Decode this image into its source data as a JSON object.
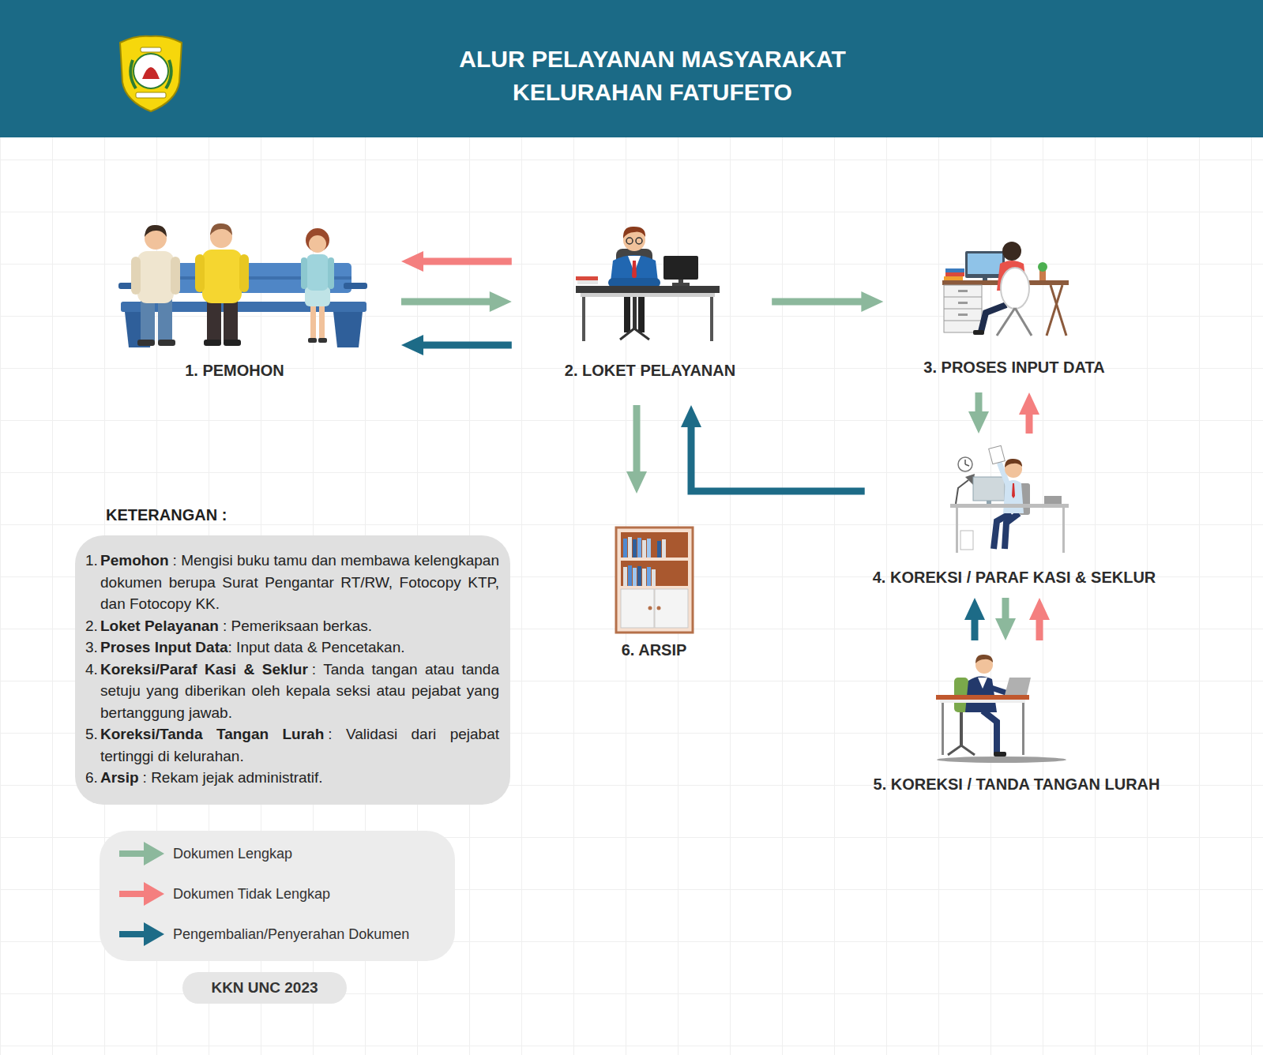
{
  "diagram": {
    "title": "ALUR PELAYANAN MASYARAKAT KELURAHAN FATUFETO",
    "nodes": [
      {
        "text": [
          "1. PEMOHON"
        ]
      },
      {
        "text": [
          "2. LOKET PELAYANAN"
        ]
      },
      {
        "text": [
          "3. PROSES INPUT DATA"
        ]
      },
      {
        "text": [
          "KETERANGAN :",
          "1.",
          "Pemohon",
          ": Mengisi buku tamu dan membawa kelengkapan dokumen berupa Surat Pengantar RT/RW, Fotocopy KTP, dan Fotocopy KK.",
          "2.",
          "Loket Pelayanan",
          ": Pemeriksaan berkas.",
          "3.",
          "Proses Input Data",
          ": Input data & Pencetakan.",
          "4.",
          "Koreksi/Paraf Kasi & Seklur",
          ": Tanda tangan atau tanda setuju yang diberikan oleh kepala seksi atau pejabat yang bertanggung jawab.",
          "5.",
          "Koreksi/Tanda Tangan Lurah",
          ": Validasi dari pejabat tertinggi di kelurahan.",
          "6.",
          "Arsip",
          ": Rekam jejak administratif."
        ]
      },
      {
        "text": [
          "6. ARSIP"
        ]
      },
      {
        "text": [
          "4. KOREKSI / PARAF KASI & SEKLUR"
        ]
      },
      {
        "text": [
          "5. KOREKSI / TANDA TANGAN LURAH"
        ]
      },
      {
        "text": [
          "KKN UNC 2023"
        ]
      }
    ],
    "edges": [
      {
        "from": 1,
        "to": 0,
        "arrow": "to"
      },
      {
        "from": 0,
        "to": 1,
        "arrow": "to"
      },
      {
        "from": 1,
        "to": 0,
        "arrow": "to"
      },
      {
        "from": 1,
        "to": 2,
        "arrow": "to"
      },
      {
        "from": 2,
        "to": 5,
        "arrow": "to"
      },
      {
        "from": 5,
        "to": 2,
        "arrow": "to"
      },
      {
        "from": 5,
        "to": 1,
        "arrow": "to"
      },
      {
        "from": 1,
        "to": 4,
        "arrow": "to"
      },
      {
        "from": 6,
        "to": 5,
        "arrow": "to"
      },
      {
        "from": 5,
        "to": 6,
        "arrow": "to"
      },
      {
        "from": 6,
        "to": 5,
        "arrow": "to"
      }
    ],
    "legend": [
      {
        "text": "Dokumen Lengkap",
        "color": "#8cb89c"
      },
      {
        "text": "Dokumen Tidak Lengkap",
        "color": "#f47f7f"
      },
      {
        "text": "Pengembalian/Penyerahan Dokumen",
        "color": "#1d6b87"
      }
    ]
  }
}
